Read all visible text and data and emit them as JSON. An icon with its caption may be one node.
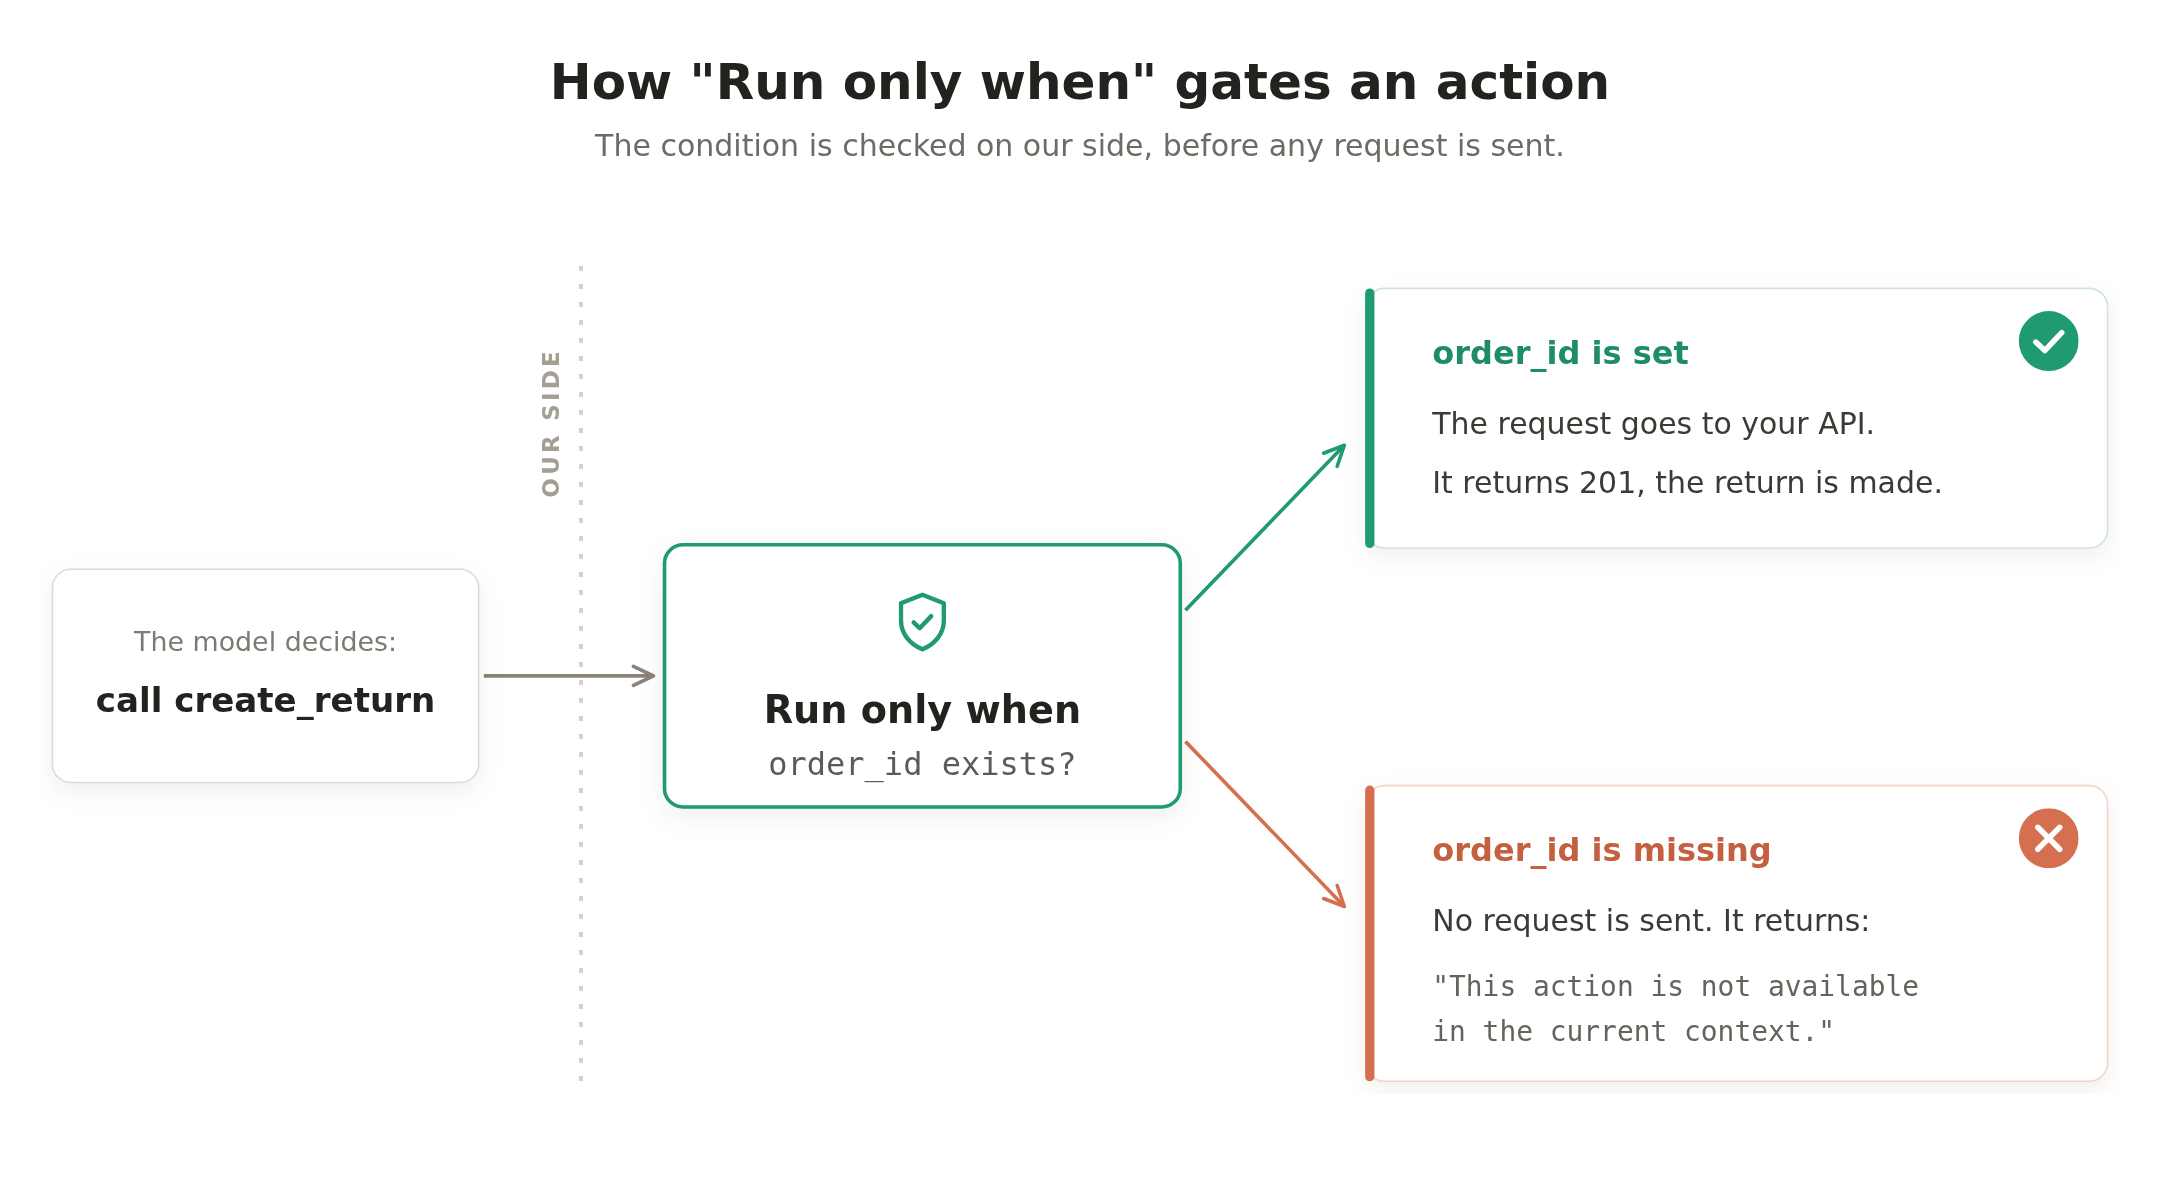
{
  "diagram": {
    "title": "How \"Run only when\" gates an action",
    "caption": "The condition is checked on our side, before any request is sent.",
    "nodes": [
      {
        "text": [
          "The model decides:",
          "call create_return"
        ]
      },
      {
        "text": [
          "Run only when",
          "order_id exists?"
        ]
      },
      {
        "text": [
          "order_id is set",
          "The request goes to your API.",
          "It returns 201, the return is made."
        ]
      },
      {
        "text": [
          "order_id is missing",
          "No request is sent. It returns:",
          "\"This action is not available in the current context.\""
        ]
      }
    ],
    "edges": [
      {
        "from": 0,
        "to": 1,
        "arrow": "to"
      },
      {
        "from": 1,
        "to": 2,
        "arrow": "to",
        "color": "#1f9a72"
      },
      {
        "from": 1,
        "to": 3,
        "arrow": "to",
        "color": "#d4704f"
      }
    ],
    "labels": [
      "OUR SIDE"
    ]
  }
}
